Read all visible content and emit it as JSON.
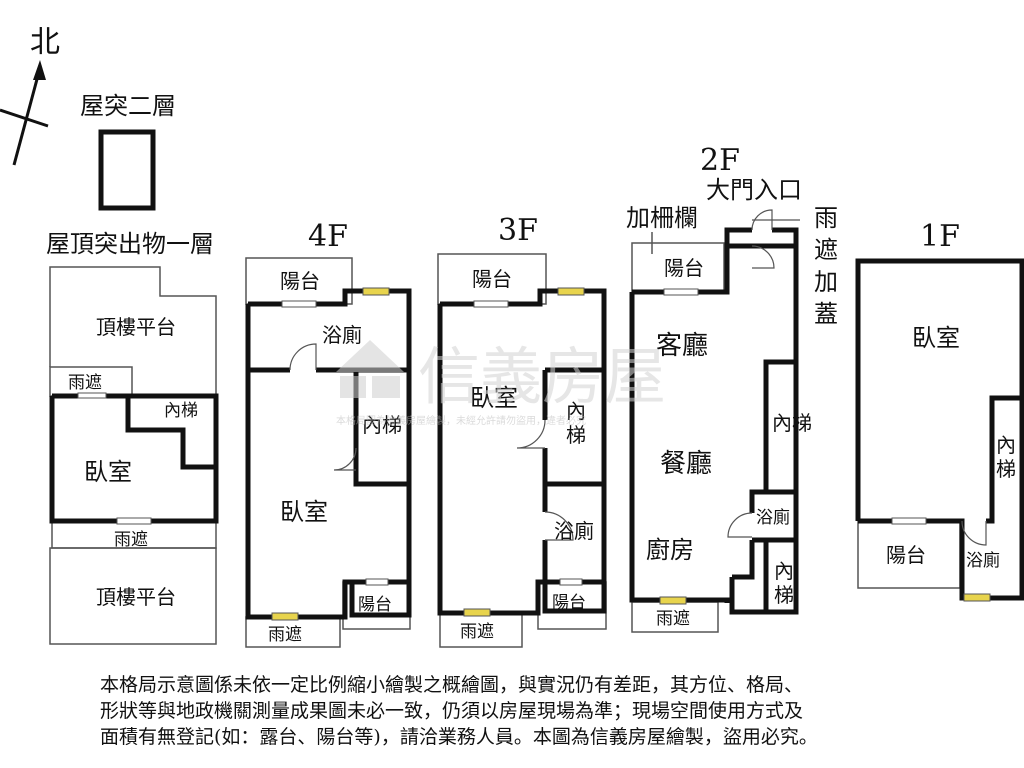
{
  "compass": {
    "north": "北"
  },
  "roof_levels": {
    "roof2_title": "屋突二層",
    "roof1_title": "屋頂突出物一層",
    "rooms": {
      "terrace_top": "頂樓平台",
      "canopy_top": "雨遮",
      "stair": "內梯",
      "bedroom": "臥室",
      "canopy_bottom": "雨遮",
      "terrace_bottom": "頂樓平台"
    }
  },
  "floor4": {
    "title": "4F",
    "rooms": {
      "balcony_top": "陽台",
      "bath": "浴廁",
      "stair": "內梯",
      "bedroom": "臥室",
      "balcony_bottom": "陽台",
      "canopy": "雨遮"
    }
  },
  "floor3": {
    "title": "3F",
    "rooms": {
      "balcony_top": "陽台",
      "bedroom": "臥室",
      "stair_1": "內",
      "stair_2": "梯",
      "bath": "浴廁",
      "balcony_bottom": "陽台",
      "canopy": "雨遮"
    }
  },
  "floor2": {
    "title": "2F",
    "labels": {
      "entrance": "大門入口",
      "railing": "加柵欄",
      "canopy_1": "雨",
      "canopy_2": "遮",
      "canopy_3": "加",
      "canopy_4": "蓋"
    },
    "rooms": {
      "balcony": "陽台",
      "living": "客廳",
      "dining": "餐廳",
      "kitchen": "廚房",
      "stair_top": "內梯",
      "bath": "浴廁",
      "stair_bottom_1": "內",
      "stair_bottom_2": "梯",
      "canopy": "雨遮"
    }
  },
  "floor1": {
    "title": "1F",
    "rooms": {
      "bedroom": "臥室",
      "stair_1": "內",
      "stair_2": "梯",
      "balcony": "陽台",
      "bath": "浴廁"
    }
  },
  "watermark": {
    "brand": "信義房屋",
    "subtext": "本格局圖為信義房屋繪製，未經允許請勿盜用，違者必究"
  },
  "disclaimer": {
    "line1": "本格局示意圖係未依一定比例縮小繪製之概繪圖，與實況仍有差距，其方位、格局、",
    "line2": "形狀等與地政機關測量成果圖未必一致，仍須以房屋現場為準；現場空間使用方式及",
    "line3": "面積有無登記(如：露台、陽台等)，請洽業務人員。本圖為信義房屋繪製，盜用必究。"
  },
  "colors": {
    "wall": "#111111",
    "thin": "#555555",
    "window": "#e8d44d",
    "watermark": "#d9d9d9"
  }
}
